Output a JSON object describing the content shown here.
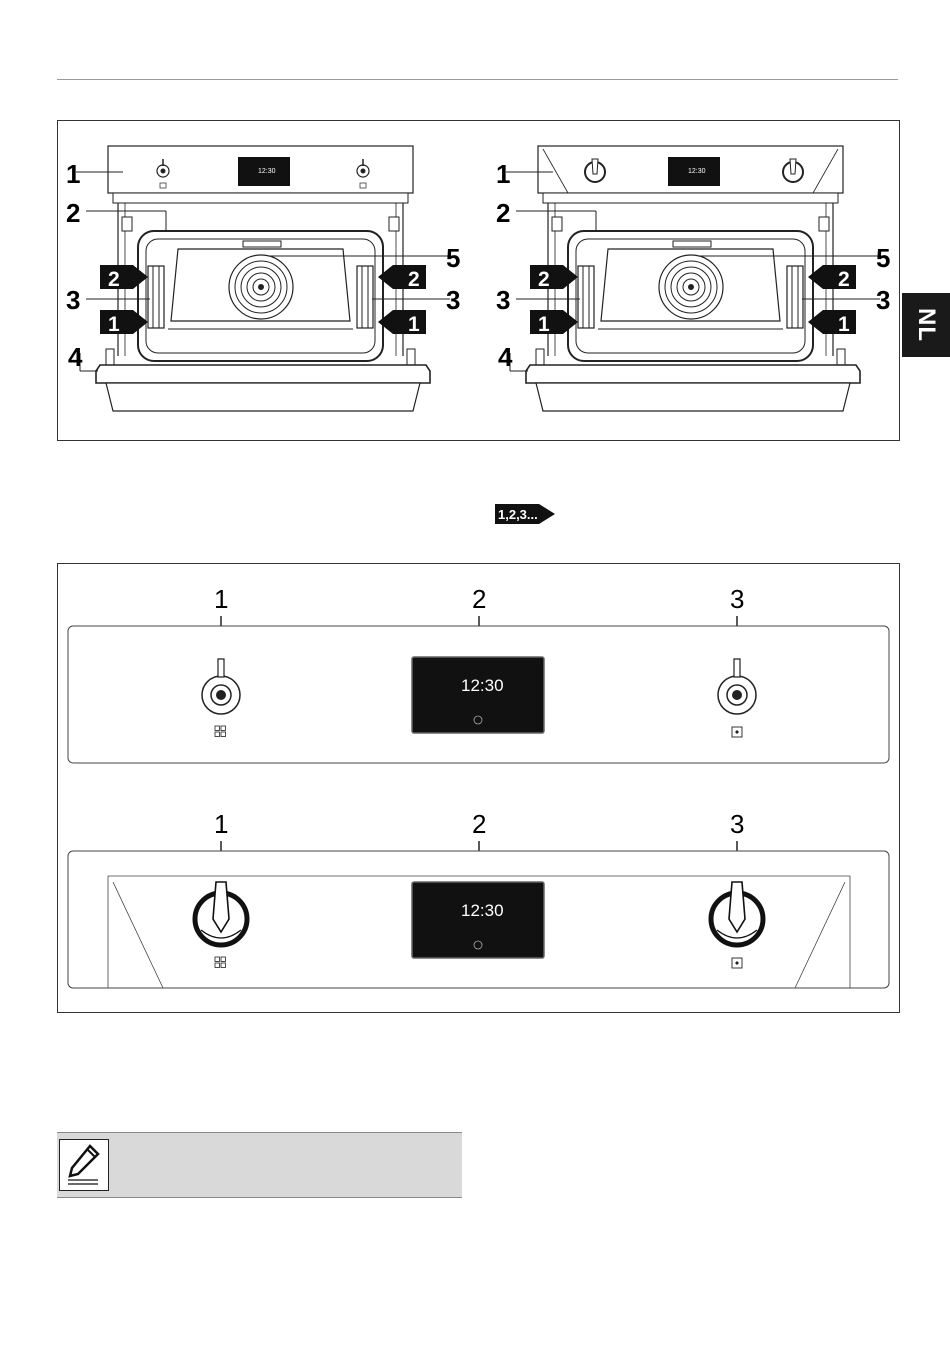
{
  "page": {
    "language_tab": "NL"
  },
  "figure_ovens": {
    "callouts": {
      "c1": "1",
      "c2": "2",
      "c3": "3",
      "c4": "4",
      "c5": "5"
    },
    "rack_levels": {
      "upper": "2",
      "lower": "1"
    },
    "display_time": "12:30"
  },
  "sequence_icon": {
    "label": "1,2,3..."
  },
  "figure_panels": {
    "callouts": [
      "1",
      "2",
      "3"
    ],
    "display_time": "12:30"
  },
  "note": {
    "text": ""
  }
}
